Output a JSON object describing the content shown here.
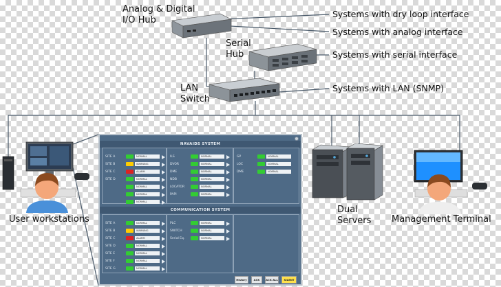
{
  "labels": {
    "io_hub": [
      "Analog & Digital",
      "I/O Hub"
    ],
    "serial_hub": [
      "Serial",
      "Hub"
    ],
    "lan_switch": [
      "LAN",
      "Switch"
    ],
    "user_workstations": "User workstations",
    "dual_servers": [
      "Dual",
      "Servers"
    ],
    "management_terminal": "Management Terminal"
  },
  "systems": [
    "Systems with dry loop interface",
    "Systems with analog interface",
    "Systems with serial interface",
    "Systems with LAN (SNMP)"
  ],
  "panel": {
    "navaids_title": "NAVAIDS SYSTEM",
    "communication_title": "COMMUNICATION SYSTEM",
    "navaids_sites": [
      {
        "name": "SITE A",
        "status": "NORMAL",
        "color": "#33cc33"
      },
      {
        "name": "SITE B",
        "status": "WARNING",
        "color": "#ffcc00"
      },
      {
        "name": "SITE C",
        "status": "ALARM",
        "color": "#dd2222"
      },
      {
        "name": "SITE D",
        "status": "NORMAL",
        "color": "#33cc33"
      },
      {
        "name": "",
        "status": "NORMAL",
        "color": "#33cc33"
      },
      {
        "name": "",
        "status": "NORMAL",
        "color": "#33cc33"
      },
      {
        "name": "",
        "status": "NORMAL",
        "color": "#33cc33"
      }
    ],
    "navaids_devices": [
      {
        "name": "ILS",
        "status": "NORMAL",
        "color": "#33cc33"
      },
      {
        "name": "DVOR",
        "status": "NORMAL",
        "color": "#33cc33"
      },
      {
        "name": "DME",
        "status": "NORMAL",
        "color": "#33cc33"
      },
      {
        "name": "NDB",
        "status": "NORMAL",
        "color": "#33cc33"
      },
      {
        "name": "LOCATOR",
        "status": "NORMAL",
        "color": "#33cc33"
      },
      {
        "name": "PAPI",
        "status": "NORMAL",
        "color": "#33cc33"
      }
    ],
    "navaids_extra": [
      {
        "name": "GP",
        "status": "NORMAL",
        "color": "#33cc33"
      },
      {
        "name": "LOC",
        "status": "NORMAL",
        "color": "#33cc33"
      },
      {
        "name": "DME",
        "status": "NORMAL",
        "color": "#33cc33"
      }
    ],
    "comm_sites": [
      {
        "name": "SITE A",
        "status": "NORMAL",
        "color": "#33cc33"
      },
      {
        "name": "SITE B",
        "status": "WARNING",
        "color": "#ffcc00"
      },
      {
        "name": "SITE C",
        "status": "ALARM",
        "color": "#dd2222"
      },
      {
        "name": "SITE D",
        "status": "NORMAL",
        "color": "#33cc33"
      },
      {
        "name": "SITE E",
        "status": "NORMAL",
        "color": "#33cc33"
      },
      {
        "name": "SITE F",
        "status": "NORMAL",
        "color": "#33cc33"
      },
      {
        "name": "SITE G",
        "status": "NORMAL",
        "color": "#33cc33"
      }
    ],
    "comm_devices": [
      {
        "name": "PLC",
        "status": "NORMAL",
        "color": "#33cc33"
      },
      {
        "name": "SWITCH",
        "status": "NORMAL",
        "color": "#33cc33"
      },
      {
        "name": "Serial Eq.",
        "status": "NORMAL",
        "color": "#33cc33"
      }
    ],
    "buttons": [
      "History",
      "ACK",
      "ACK ALL",
      "SILENT"
    ]
  },
  "colors": {
    "line": "#4a5a6a",
    "panel_bg": "#4e6a86",
    "monitor_screen": "#1e90ff"
  }
}
